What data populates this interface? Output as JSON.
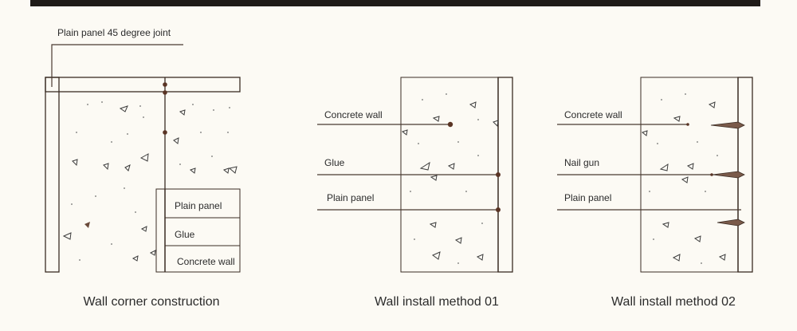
{
  "header": {
    "bar_color": "#1f1b18"
  },
  "diagram1": {
    "top_label": "Plain panel 45 degree joint",
    "layers": [
      "Plain panel",
      "Glue",
      "Concrete wall"
    ],
    "caption": "Wall corner construction"
  },
  "diagram2": {
    "labels": [
      "Concrete wall",
      "Glue",
      "Plain panel"
    ],
    "caption": "Wall install method 01"
  },
  "diagram3": {
    "labels": [
      "Concrete wall",
      "Nail gun",
      "Plain panel"
    ],
    "caption": "Wall install method 02"
  },
  "colors": {
    "background": "#fcfaf4",
    "line": "#3a2c24",
    "accent_dot": "#5a3424"
  }
}
